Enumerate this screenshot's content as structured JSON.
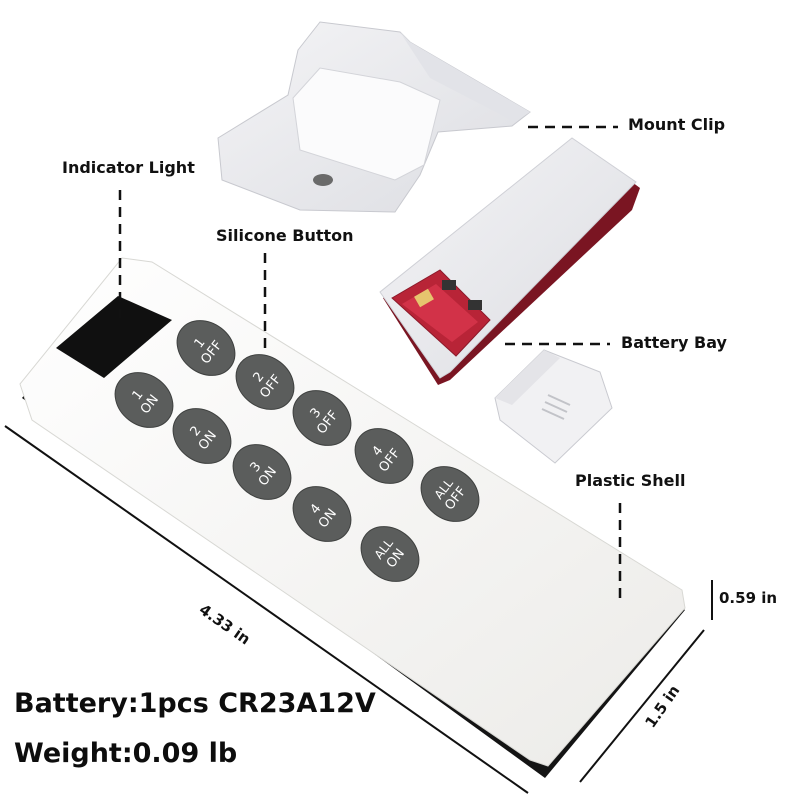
{
  "callouts": {
    "indicator_light": "Indicator Light",
    "silicone_button": "Silicone Button",
    "mount_clip": "Mount Clip",
    "battery_bay": "Battery Bay",
    "plastic_shell": "Plastic Shell"
  },
  "buttons": [
    {
      "num": "1",
      "state": "OFF"
    },
    {
      "num": "1",
      "state": "ON"
    },
    {
      "num": "2",
      "state": "OFF"
    },
    {
      "num": "2",
      "state": "ON"
    },
    {
      "num": "3",
      "state": "OFF"
    },
    {
      "num": "3",
      "state": "ON"
    },
    {
      "num": "4",
      "state": "OFF"
    },
    {
      "num": "4",
      "state": "ON"
    },
    {
      "num": "ALL",
      "state": "OFF"
    },
    {
      "num": "ALL",
      "state": "ON"
    }
  ],
  "dimensions": {
    "length": "4.33 in",
    "width": "1.5 in",
    "height": "0.59 in"
  },
  "specs": {
    "battery": "Battery:1pcs CR23A12V",
    "weight": "Weight:0.09 lb"
  },
  "colors": {
    "button_fill": "#5b5d5c",
    "body_white": "#f5f5f3",
    "edge_black": "#141414",
    "battery_red": "#c0283a"
  }
}
